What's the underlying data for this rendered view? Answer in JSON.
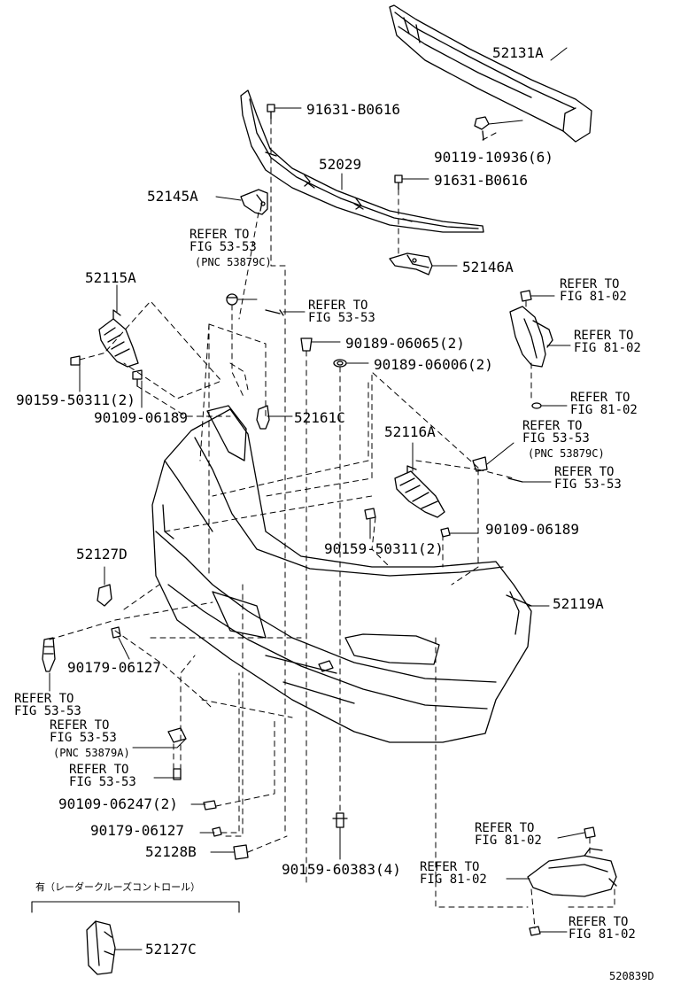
{
  "diagram": {
    "part_labels": [
      "52131A",
      "91631-B0616",
      "90119-10936(6)",
      "52029",
      "91631-B0616",
      "52145A",
      "52146A",
      "52115A",
      "90189-06065(2)",
      "90189-06006(2)",
      "90159-50311(2)",
      "90109-06189",
      "52161C",
      "52116A",
      "90109-06189",
      "90159-50311(2)",
      "52127D",
      "52119A",
      "90179-06127",
      "90109-06247(2)",
      "90179-06127",
      "52128B",
      "90159-60383(4)",
      "52127C"
    ],
    "references": [
      "REFER TO\nFIG 53-53",
      "REFER TO\nFIG 53-53",
      "REFER TO\nFIG 81-02",
      "REFER TO\nFIG 81-02",
      "REFER TO\nFIG 81-02",
      "REFER TO\nFIG 53-53",
      "REFER TO\nFIG 53-53",
      "REFER TO\nFIG 53-53",
      "REFER TO\nFIG 53-53",
      "REFER TO\nFIG 53-53",
      "REFER TO\nFIG 81-02",
      "REFER TO\nFIG 81-02",
      "REFER TO\nFIG 81-02"
    ],
    "pnc_notes": [
      "(PNC 53879C)",
      "(PNC 53879C)",
      "(PNC 53879A)"
    ],
    "option_note": "有（レーダークルーズコントロール）",
    "drawing_code": "520839D"
  }
}
